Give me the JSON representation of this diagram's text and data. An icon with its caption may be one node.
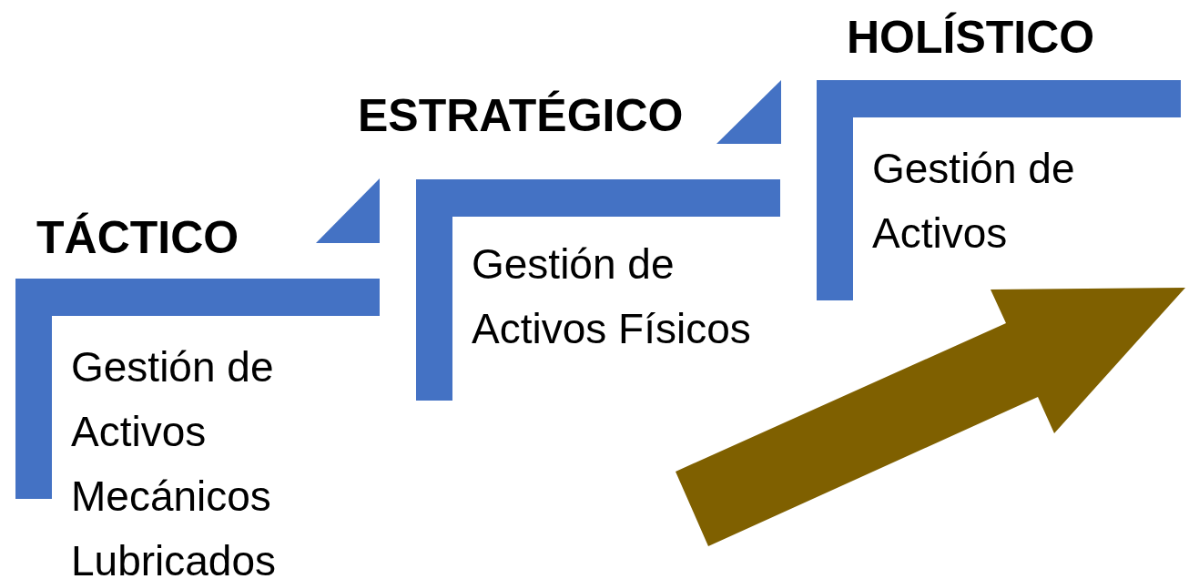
{
  "diagram": {
    "nodes": [
      {
        "text": [
          "TÁCTICO",
          "Gestión de Activos Mecánicos Lubricados"
        ]
      },
      {
        "text": [
          "ESTRATÉGICO",
          "Gestión de Activos Físicos"
        ]
      },
      {
        "text": [
          "HOLÍSTICO",
          "Gestión de Activos"
        ]
      }
    ]
  }
}
